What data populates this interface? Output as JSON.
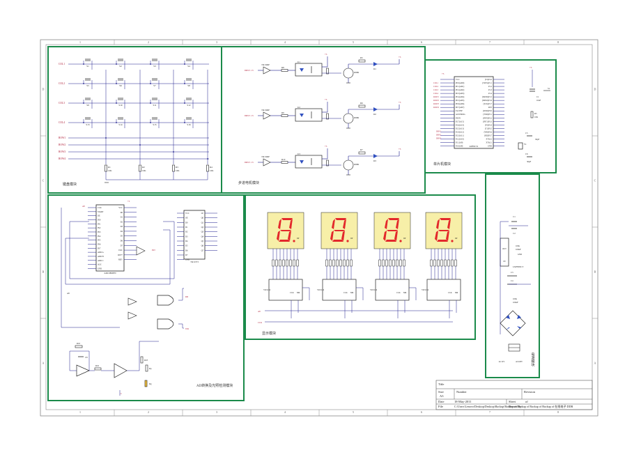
{
  "border": {
    "cols_top": [
      "1",
      "2",
      "3",
      "4",
      "5",
      "6",
      "7",
      "8"
    ],
    "cols_bottom": [
      "1",
      "2",
      "3",
      "4",
      "5",
      "6",
      "7",
      "8"
    ],
    "rows": [
      "D",
      "C",
      "B",
      "A"
    ]
  },
  "keyboard": {
    "caption": "键盘模块",
    "cols": [
      "COL1",
      "COL2",
      "COL3",
      "COL4"
    ],
    "rows": [
      "ROW1",
      "ROW2",
      "ROW3",
      "ROW4"
    ],
    "switches": [
      "S1",
      "S2",
      "S3",
      "S4",
      "S5",
      "S6",
      "S7",
      "S8",
      "S9",
      "S10",
      "S11",
      "S12",
      "S13",
      "S14",
      "S15",
      "S16"
    ],
    "resistors": [
      "R1\n10K",
      "R2\n10K",
      "R3\n10K",
      "R4\n10K"
    ]
  },
  "stepper": {
    "caption": "步进电机模块",
    "drv_labels": [
      "DRV1 13",
      "DRV1 13",
      "DRV1 13"
    ],
    "buffer": "74LS06P",
    "resistors_in": [
      "R8",
      "R9",
      "R10"
    ],
    "opto": [
      "U1",
      "U2",
      "U3"
    ],
    "transistors": [
      "D986",
      "D986",
      "D986"
    ],
    "resistors_out": [
      "R5",
      "R6",
      "R7"
    ],
    "diodes": [
      "D1",
      "D2",
      "D3"
    ],
    "supply": "+5"
  },
  "mcu": {
    "caption": "单片机模块",
    "chip": "AT89C51",
    "left_pins": [
      "VCC",
      "P0.0(AD0)",
      "P0.1(AD1)",
      "P0.2(AD2)",
      "P0.3(AD3)",
      "P0.4(AD4)",
      "P0.5(AD5)",
      "P0.6(AD6)",
      "P0.7(AD7)",
      "EA/VPP",
      "ALE/PROG",
      "PSEN",
      "P2.7(A15)",
      "P2.6(A14)",
      "P2.5(A13)",
      "P2.4(A12)",
      "P2.3(A11)",
      "P2.2(A10)",
      "P2.1(A9)",
      "P2.0(A8)"
    ],
    "right_pins": [
      "(T2)P1.0",
      "(T2EX)P1.1",
      "P1.2",
      "P1.3",
      "P1.4",
      "(MOSI)P1.5",
      "(MISO)P1.6",
      "(SCK)P1.7",
      "RST",
      "(RXD)P3.0",
      "(TXD)P3.1",
      "(INT0)P3.2",
      "(INT1)P3.3",
      "(T0)P3.4",
      "(T1)P3.5",
      "(WR)P3.6",
      "(RD)P3.7",
      "XTAL2",
      "XTAL1",
      "GND"
    ],
    "parts": [
      "C1\n10uF",
      "R5\n10K",
      "Y1",
      "C5\n30pF",
      "C6\n30pF",
      "S1"
    ],
    "supply": "+5"
  },
  "adc": {
    "caption": "AD转换及光照检测模块",
    "chip": "ADC0809FN",
    "chip2": "74LS373",
    "adc_left": [
      "CLK",
      "START",
      "OE",
      "IN0",
      "IN1",
      "IN2",
      "IN3",
      "IN4",
      "IN5",
      "IN6",
      "IN7",
      "ADD A",
      "ADD B",
      "ADD C",
      "ALE",
      "GND"
    ],
    "adc_right": [
      "VCC",
      "D0",
      "D1",
      "D2",
      "D3",
      "D4",
      "D5",
      "D6",
      "D7",
      "EOC",
      "REF+",
      "REF-"
    ],
    "latch_left": [
      "VCC",
      "OE",
      "D0",
      "D1",
      "D2",
      "D3",
      "D4",
      "D5",
      "D6",
      "D7",
      "GND"
    ],
    "latch_right": [
      "LE",
      "Q0",
      "Q1",
      "Q2",
      "Q3",
      "Q4",
      "Q5",
      "Q6",
      "Q7"
    ],
    "labels": [
      "A8",
      "CLK",
      "A8",
      "RD",
      "WR",
      "INT"
    ],
    "parts": [
      "R16",
      "R16",
      "R17",
      "R18",
      "Rp",
      "Rg",
      "C8",
      "C9",
      "U5",
      "U6",
      "U7"
    ]
  },
  "display": {
    "caption": "显示模块",
    "digits": 4,
    "latch": [
      "74LS164",
      "74LS164",
      "74LS164",
      "74LS164"
    ],
    "pins": [
      "CLK",
      "MR"
    ],
    "labels": [
      "A8",
      "CLK"
    ],
    "dp": "DP"
  },
  "power": {
    "caption": "电源模块",
    "regulator": "LM7805CT",
    "pins": [
      "OUT",
      "IN",
      "GND"
    ],
    "caps": [
      "C1",
      "C2",
      "C3",
      "C4",
      "100u\n100uF",
      "100u\n100uF"
    ],
    "transformer_labels": [
      "AC220V",
      "AC12V"
    ]
  },
  "title_block": {
    "title_label": "Title",
    "size_label": "Size",
    "size": "A3",
    "number_label": "Number",
    "revision_label": "Revision",
    "date_label": "Date",
    "date": "18-May-2011",
    "sheet_label": "Sheet",
    "sheet_of": "of",
    "file_label": "File",
    "file": "C:\\Users\\Lenovo\\Desktop\\Desktop\\Backup\\Backup of Backup of Backup of Backup of 在线电子 DDB",
    "drawn_label": "Drawn By:"
  },
  "colors": {
    "frame": "#1a8a4a",
    "wire": "#1a1a8c",
    "red_label": "#b0203a",
    "segment_bg": "#f7efa8",
    "segment_on": "#e3282b",
    "component": "#202020"
  }
}
